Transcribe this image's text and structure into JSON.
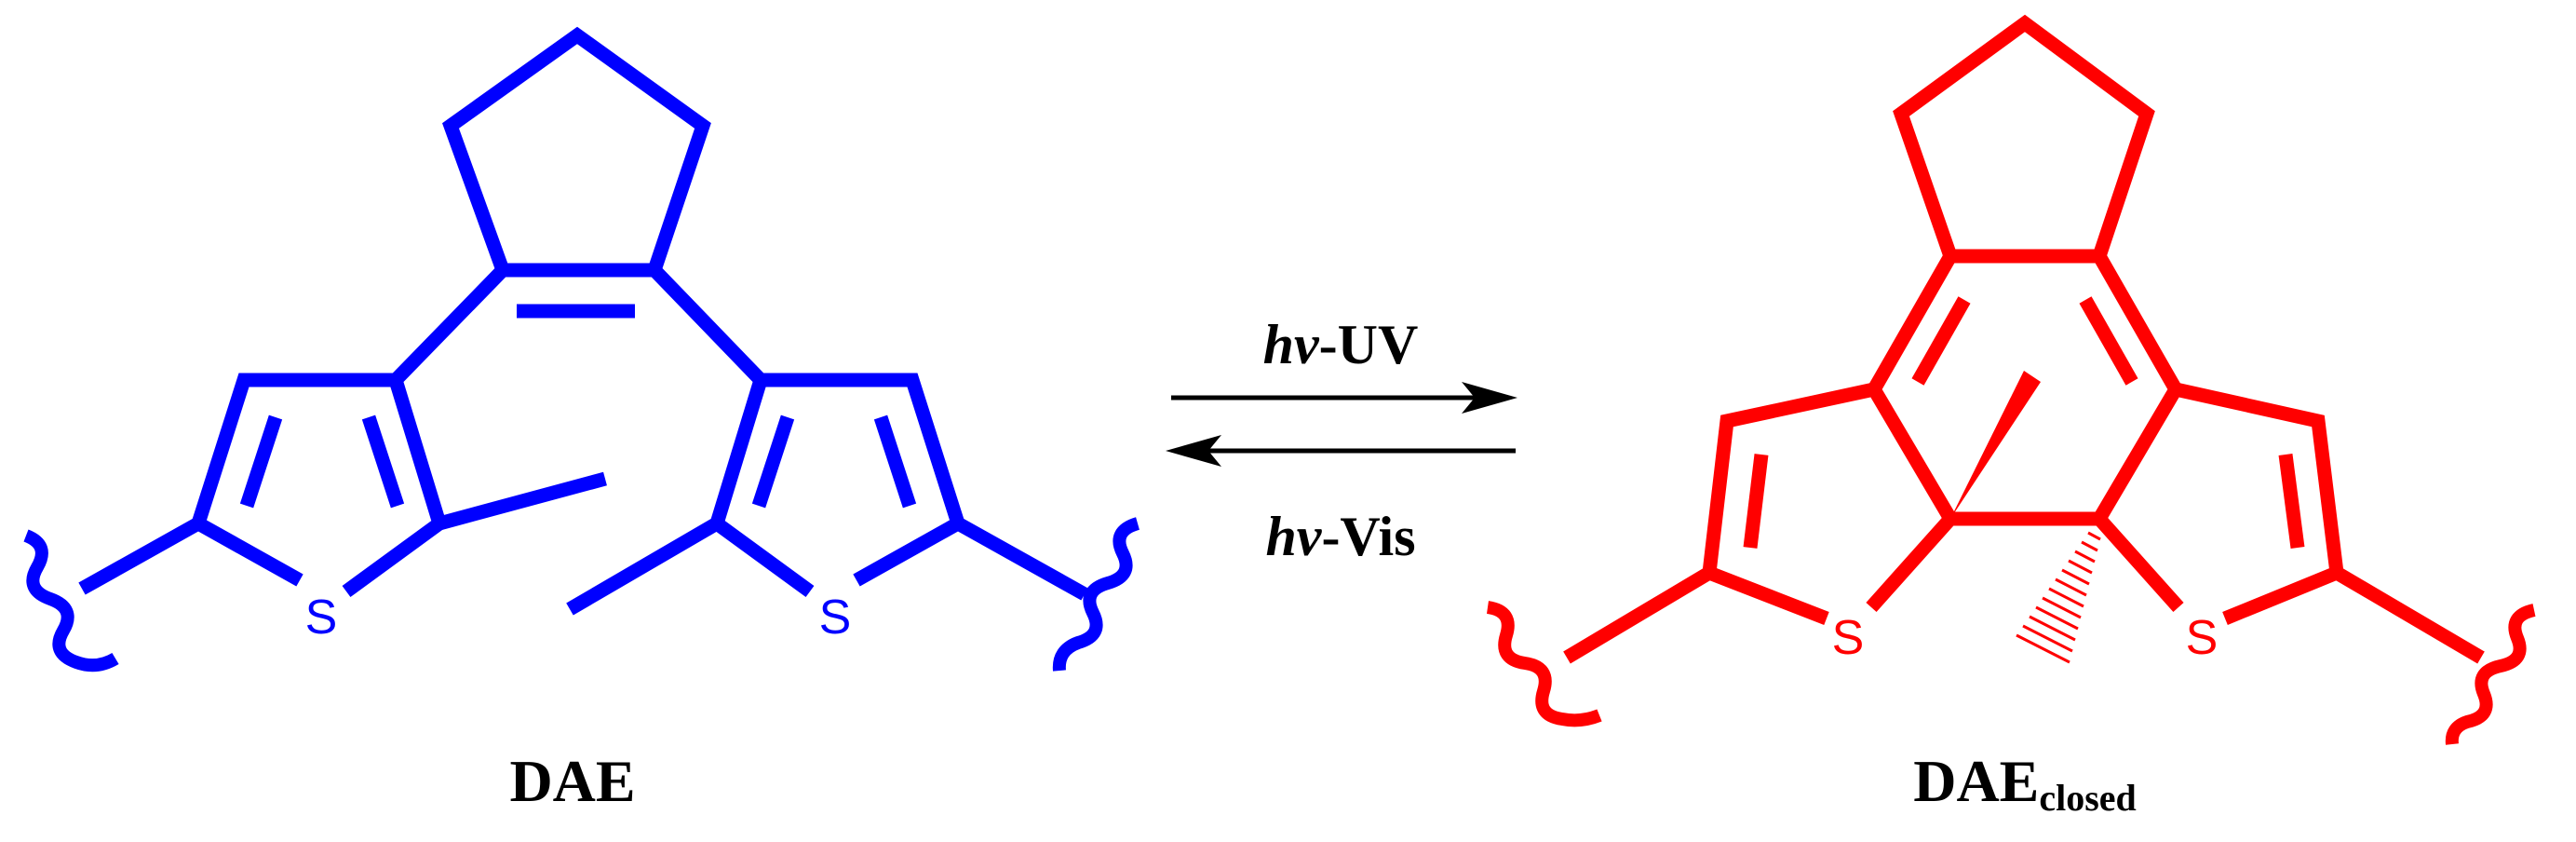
{
  "colors": {
    "open_form": "#0000ff",
    "closed_form": "#ff0000",
    "arrows": "#000000"
  },
  "molecules": {
    "open": {
      "label": "DAE",
      "atom_left": "S",
      "atom_right": "S"
    },
    "closed": {
      "label_main": "DAE",
      "label_sub": "closed",
      "atom_left": "S",
      "atom_right": "S"
    }
  },
  "reaction": {
    "forward": {
      "hv": "hv",
      "dash": "-",
      "light": "UV"
    },
    "reverse": {
      "hv": "hv",
      "dash": "-",
      "light": "Vis"
    }
  }
}
